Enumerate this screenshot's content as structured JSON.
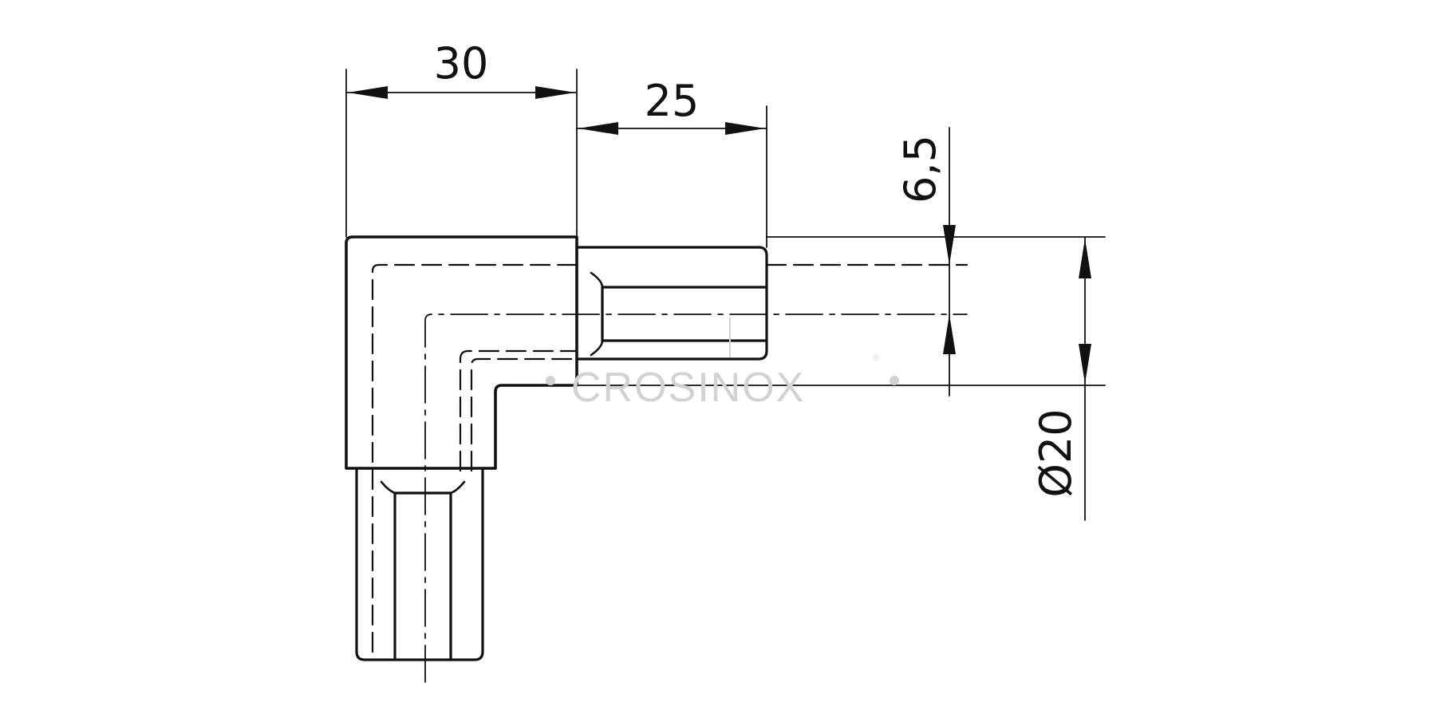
{
  "drawing": {
    "dimensions": {
      "width_left": "30",
      "width_right": "25",
      "small_gap": "6,5",
      "diameter": "Ø20"
    },
    "watermark": {
      "text": "CROSINOX",
      "registered": "®"
    },
    "colors": {
      "line": "#111111",
      "watermark": "#d2d2d2",
      "background": "#ffffff"
    }
  }
}
